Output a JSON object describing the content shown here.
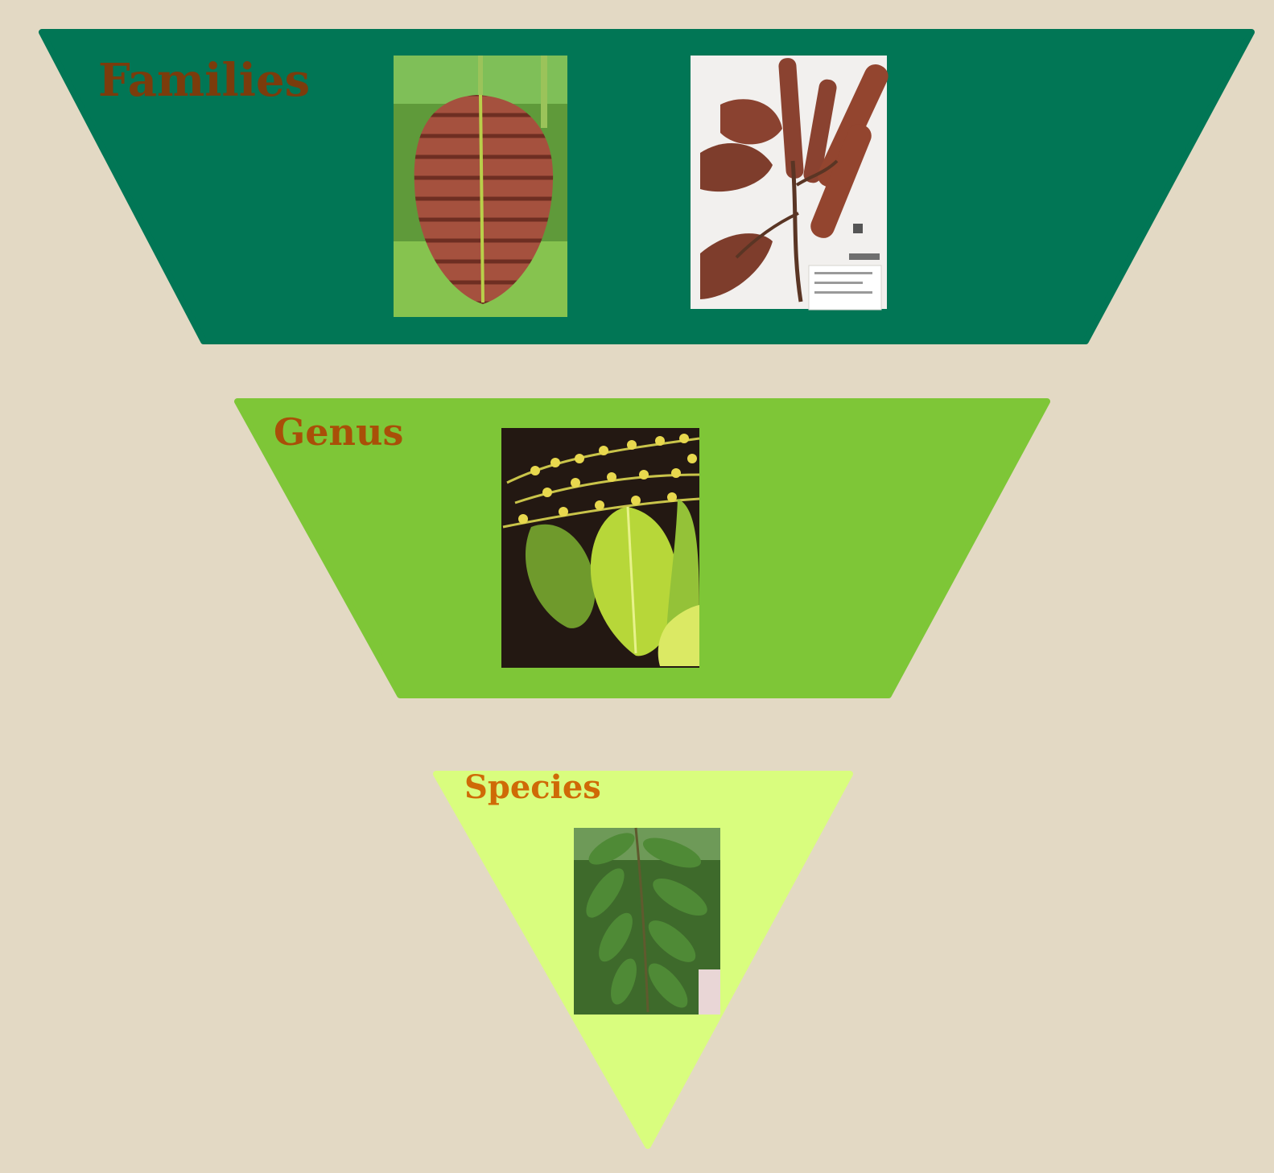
{
  "colors": {
    "background": "#e3d9c4",
    "families_band": "#017655",
    "genus_band": "#7ec637",
    "species_band": "#d9fd7e",
    "families_label": "#7b3c0c",
    "genus_label": "#a94f08",
    "species_label": "#cf6a06"
  },
  "levels": [
    {
      "label": "Families",
      "photos": [
        "leaf-photo-rusty-underside",
        "herbarium-specimen"
      ]
    },
    {
      "label": "Genus",
      "photos": [
        "flowering-branch-photo"
      ]
    },
    {
      "label": "Species",
      "photos": [
        "leafy-branch-photo"
      ]
    }
  ]
}
